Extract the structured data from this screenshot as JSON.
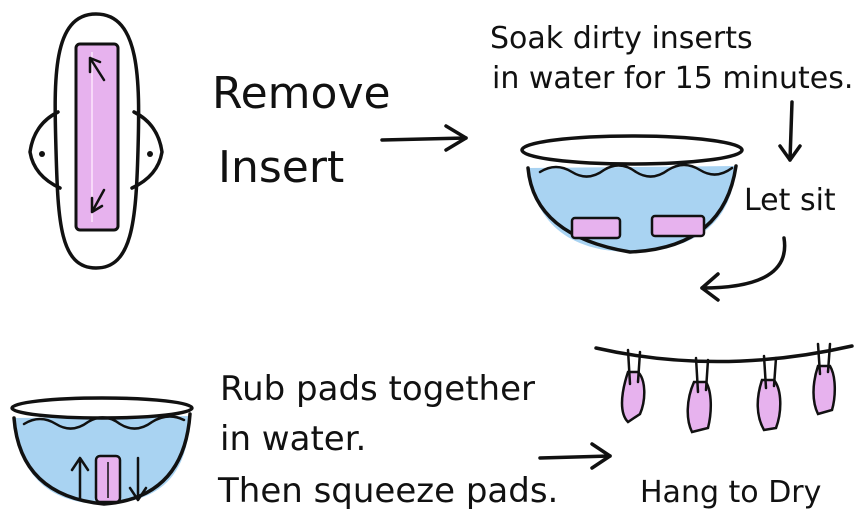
{
  "steps": {
    "remove": {
      "line1": "Remove",
      "line2": "Insert"
    },
    "soak": {
      "line1": "Soak dirty  inserts",
      "line2": "in water for 15 minutes."
    },
    "sit": {
      "label": "Let sit"
    },
    "rub": {
      "line1": "Rub pads together",
      "line2": "in water.",
      "line3": "Then squeeze pads."
    },
    "hang": {
      "label": "Hang to Dry"
    }
  },
  "colors": {
    "insert_pink": "#e7b2ee",
    "water_blue": "#a9d3f2",
    "ink": "#111111"
  },
  "icons": [
    "pad-icon",
    "bowl-icon",
    "arrow-icon",
    "clothesline-icon"
  ]
}
